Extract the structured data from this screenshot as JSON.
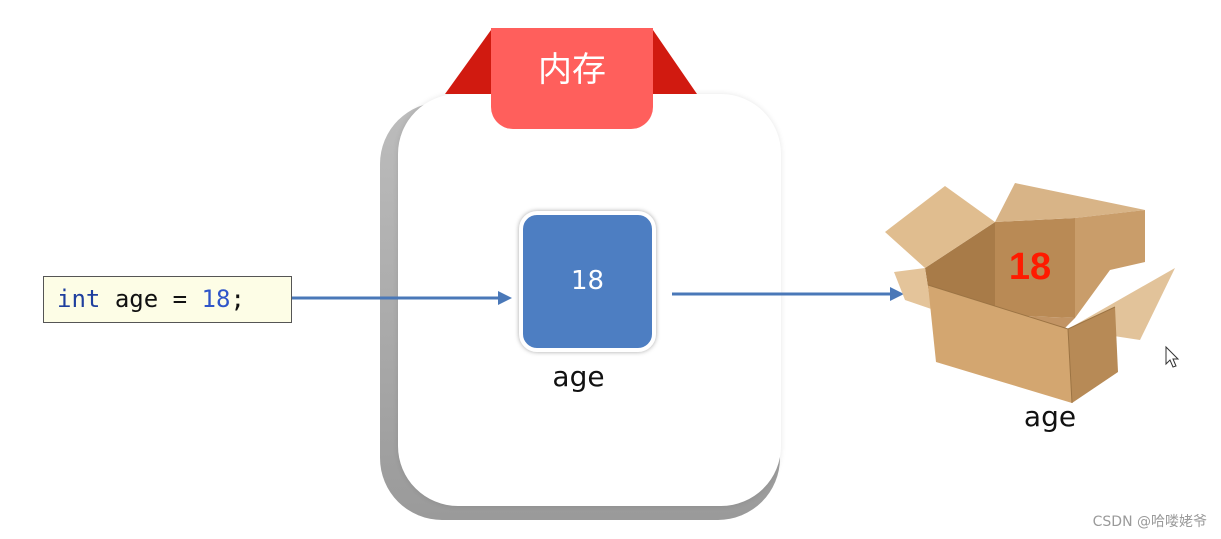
{
  "code": {
    "keyword": "int",
    "name": "age",
    "operator": "=",
    "value": "18",
    "terminator": ";"
  },
  "memory": {
    "title": "内存",
    "cell_value": "18",
    "cell_label": "age"
  },
  "box": {
    "value": "18",
    "label": "age"
  },
  "watermark": "CSDN @哈喽姥爷",
  "colors": {
    "ribbon": "#ff5f5c",
    "cell": "#4d7ec2",
    "arrow": "#4a78b8",
    "box_value": "#ff1a00"
  }
}
